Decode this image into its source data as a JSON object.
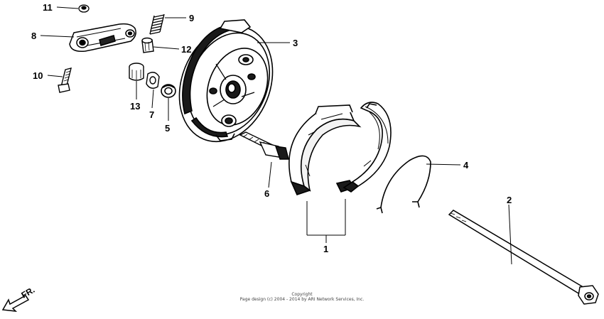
{
  "callouts": {
    "c1": "1",
    "c2": "2",
    "c3": "3",
    "c4": "4",
    "c5": "5",
    "c6": "6",
    "c7": "7",
    "c8": "8",
    "c9": "9",
    "c10": "10",
    "c11": "11",
    "c12": "12",
    "c13": "13"
  },
  "direction_label": "FR.",
  "copyright": {
    "line1": "Copyright",
    "line2": "Page design (c) 2004 - 2014 by ARI Network Services, Inc."
  }
}
